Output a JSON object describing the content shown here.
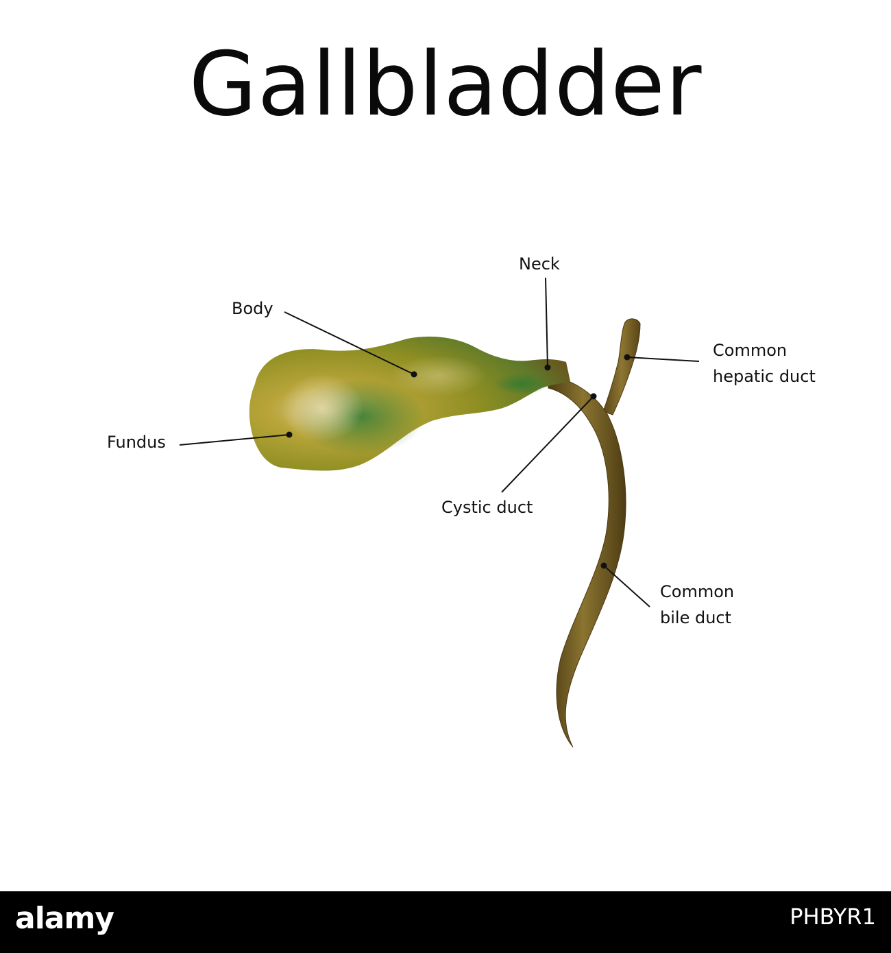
{
  "title": "Gallbladder",
  "labels": {
    "neck": "Neck",
    "body": "Body",
    "fundus": "Fundus",
    "common_hepatic_duct": "Common\nhepatic duct",
    "cystic_duct": "Cystic duct",
    "common_bile_duct": "Common\nbile duct"
  },
  "footer": {
    "logo": "alamy",
    "image_id": "PHBYR1"
  },
  "colors": {
    "organ_yellow": "#b3a221",
    "organ_green": "#3f7a2c",
    "organ_brown": "#6b4a1a",
    "duct": "#6f5a24",
    "leader_line": "#111111"
  }
}
